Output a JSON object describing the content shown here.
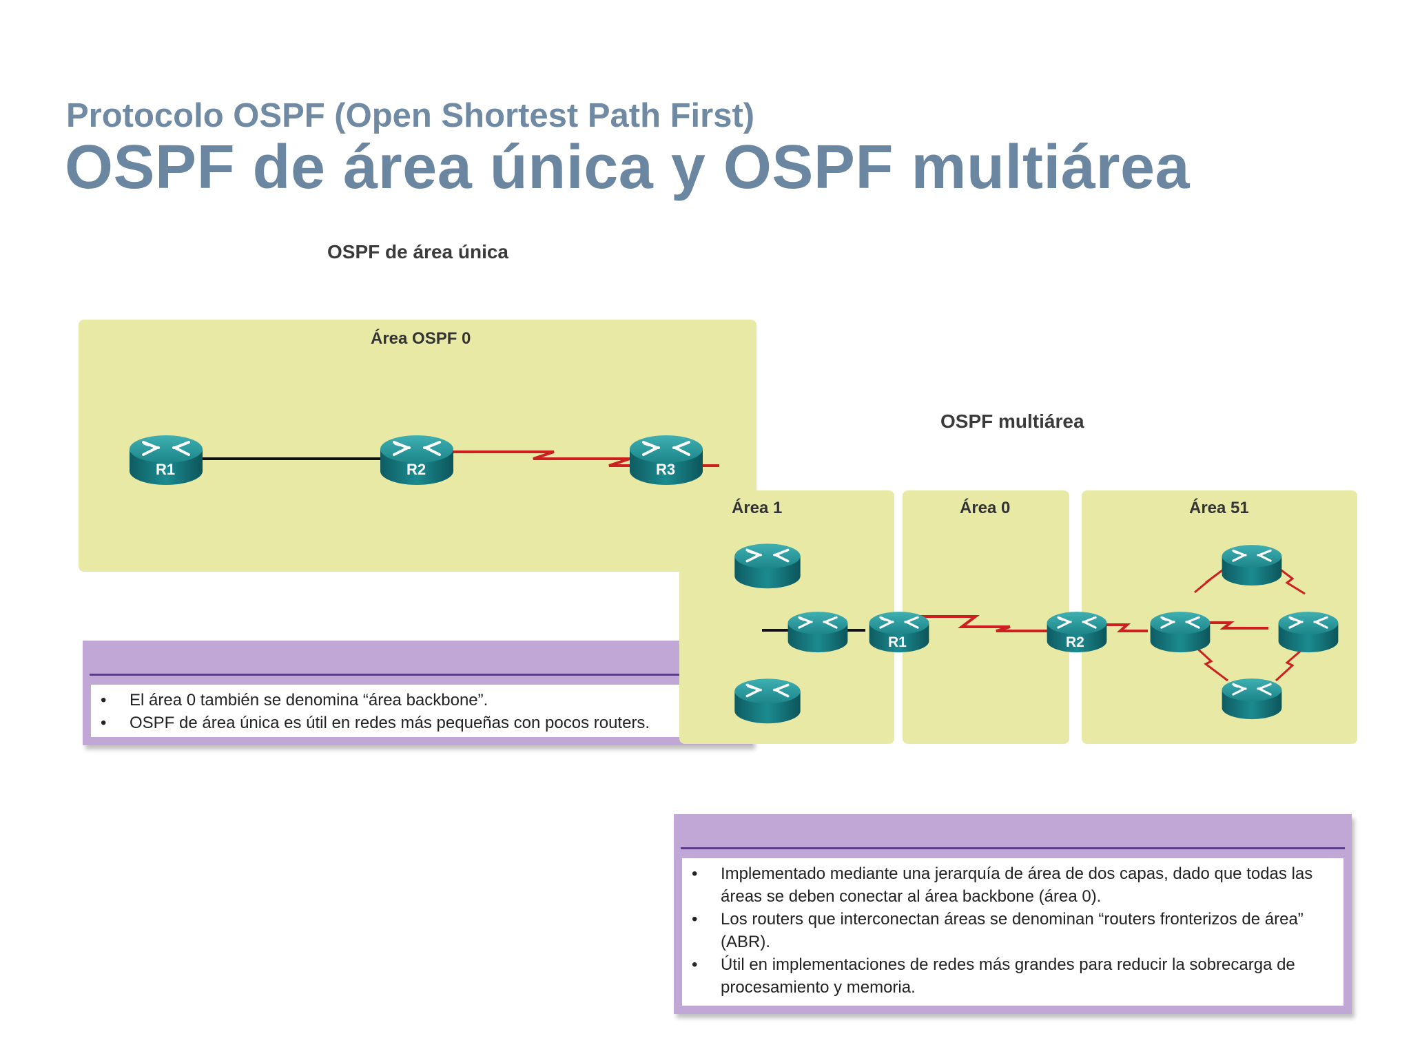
{
  "header": {
    "subtitle": "Protocolo OSPF (Open Shortest Path First)",
    "title": "OSPF de área única y OSPF multiárea"
  },
  "single_area": {
    "heading": "OSPF de área única",
    "area_label": "Área OSPF 0",
    "routers": [
      "R1",
      "R2",
      "R3"
    ],
    "notes": [
      "El área 0 también se denomina “área backbone”.",
      "OSPF de área única es útil en redes más pequeñas con pocos routers."
    ]
  },
  "multi_area": {
    "heading": "OSPF multiárea",
    "area_labels": [
      "Área 1",
      "Área 0",
      "Área 51"
    ],
    "routers": [
      "R1",
      "R2"
    ],
    "notes": [
      "Implementado mediante una jerarquía de área de dos capas, dado que todas las áreas se deben conectar al área backbone (área 0).",
      "Los routers que interconectan áreas se denominan “routers fronterizos de área” (ABR).",
      "Útil en implementaciones de redes más grandes para reducir la sobrecarga de procesamiento y memoria."
    ]
  },
  "colors": {
    "title": "#6a86a0",
    "area_fill": "#e9e9a6",
    "note_frame": "#c0a7d6",
    "note_rule": "#5a3d88",
    "router": "#1f8c91",
    "serial_link": "#cc1f1f",
    "ethernet_link": "#111111"
  },
  "icons": [
    "router-icon",
    "serial-link-icon"
  ]
}
